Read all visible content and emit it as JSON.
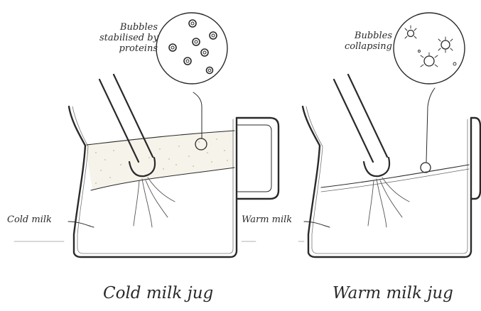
{
  "left_panel": {
    "callout": [
      "Bubbles",
      "stabilised by",
      "proteins"
    ],
    "side_label": "Cold milk",
    "caption": "Cold milk jug"
  },
  "right_panel": {
    "callout": [
      "Bubbles",
      "collapsing"
    ],
    "side_label": "Warm milk",
    "caption": "Warm milk jug"
  },
  "colors": {
    "ink": "#2a2a2a",
    "foam_fill": "#f6f3ea",
    "background": "#ffffff"
  }
}
